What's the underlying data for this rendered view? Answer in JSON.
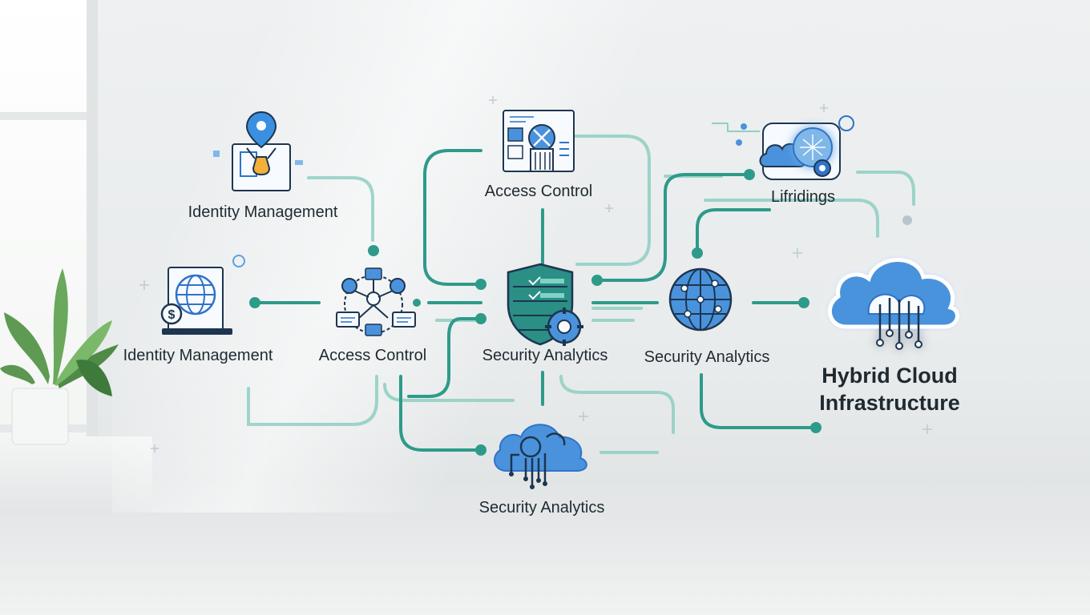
{
  "nodes": {
    "identity_top": {
      "label": "Identity Management",
      "icon": "identity-badge-icon"
    },
    "identity_left": {
      "label": "Identity Management",
      "icon": "globe-dollar-icon"
    },
    "access_mid": {
      "label": "Access Control",
      "icon": "network-hub-icon"
    },
    "access_top": {
      "label": "Access Control",
      "icon": "server-dashboard-icon"
    },
    "security_center": {
      "label": "Security Analytics",
      "icon": "shield-gear-icon"
    },
    "security_right": {
      "label": "Security Analytics",
      "icon": "globe-network-icon"
    },
    "security_bottom": {
      "label": "Security Analytics",
      "icon": "cloud-circuit-icon"
    },
    "lifridings": {
      "label": "Lifridings",
      "icon": "cloud-gear-icon"
    },
    "hybrid": {
      "label": "Hybrid Cloud Infrastructure",
      "icon": "hybrid-cloud-icon"
    }
  },
  "colors": {
    "connector": "#2e9a8a",
    "connector_light": "#8fcfc3",
    "icon_blue": "#2f73c9",
    "icon_dark": "#1d3550",
    "cloud_fill": "#4a93dc",
    "shield_fill": "#2b8f86"
  }
}
